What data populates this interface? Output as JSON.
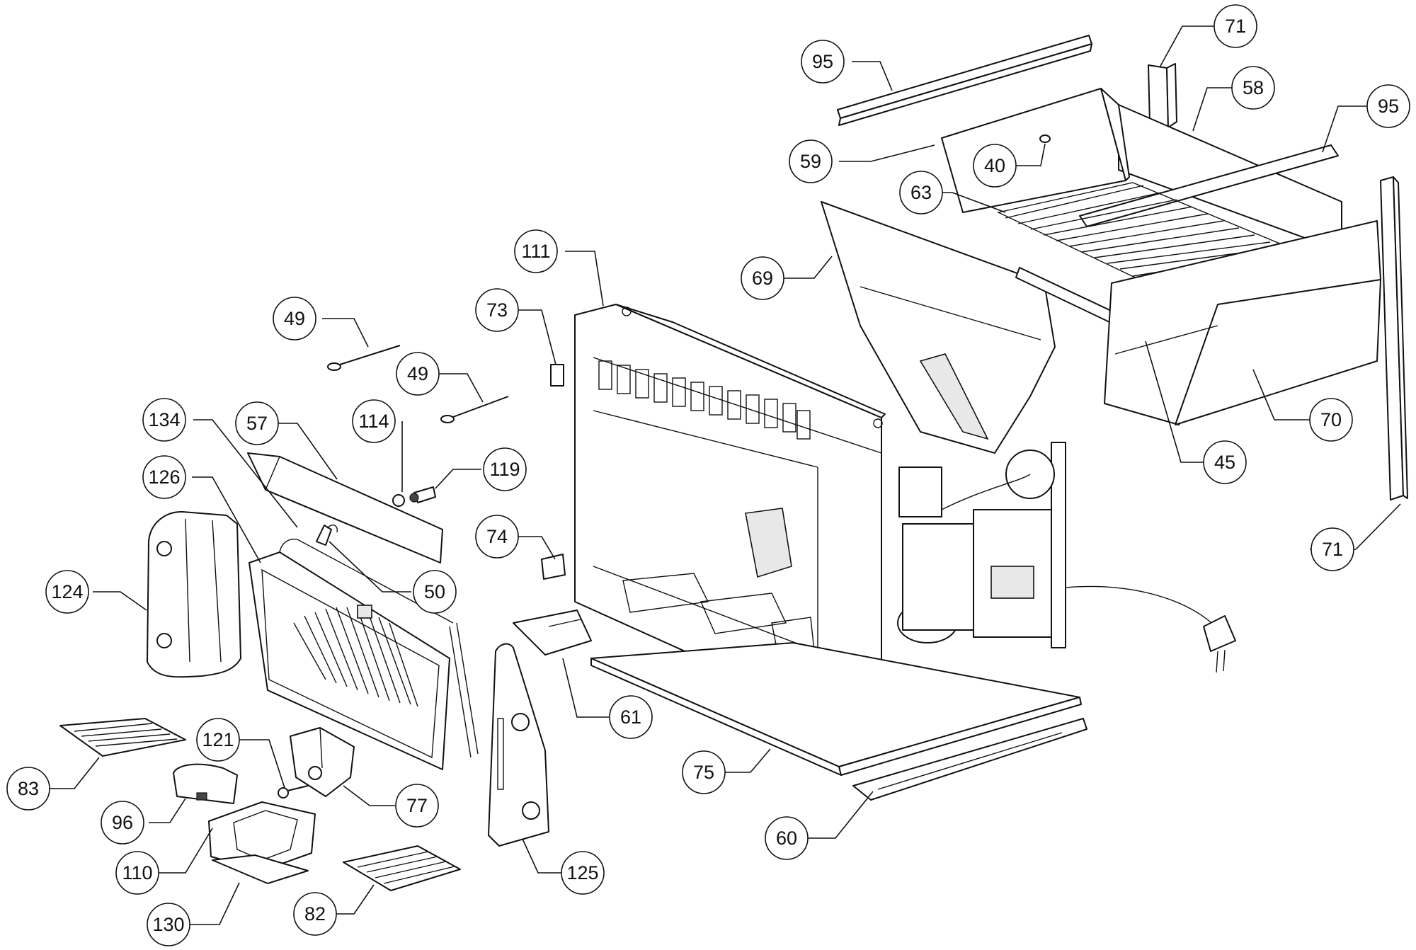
{
  "callouts": [
    {
      "id": "c95a",
      "label": "95"
    },
    {
      "id": "c71a",
      "label": "71"
    },
    {
      "id": "c58",
      "label": "58"
    },
    {
      "id": "c95b",
      "label": "95"
    },
    {
      "id": "c59",
      "label": "59"
    },
    {
      "id": "c40",
      "label": "40"
    },
    {
      "id": "c63",
      "label": "63"
    },
    {
      "id": "c69",
      "label": "69"
    },
    {
      "id": "c111",
      "label": "111"
    },
    {
      "id": "c73",
      "label": "73"
    },
    {
      "id": "c49a",
      "label": "49"
    },
    {
      "id": "c49b",
      "label": "49"
    },
    {
      "id": "c134",
      "label": "134"
    },
    {
      "id": "c57",
      "label": "57"
    },
    {
      "id": "c114",
      "label": "114"
    },
    {
      "id": "c119",
      "label": "119"
    },
    {
      "id": "c126",
      "label": "126"
    },
    {
      "id": "c74",
      "label": "74"
    },
    {
      "id": "c70",
      "label": "70"
    },
    {
      "id": "c45",
      "label": "45"
    },
    {
      "id": "c124",
      "label": "124"
    },
    {
      "id": "c50",
      "label": "50"
    },
    {
      "id": "c71b",
      "label": "71"
    },
    {
      "id": "c61",
      "label": "61"
    },
    {
      "id": "c121",
      "label": "121"
    },
    {
      "id": "c75",
      "label": "75"
    },
    {
      "id": "c83",
      "label": "83"
    },
    {
      "id": "c77",
      "label": "77"
    },
    {
      "id": "c96",
      "label": "96"
    },
    {
      "id": "c60",
      "label": "60"
    },
    {
      "id": "c110",
      "label": "110"
    },
    {
      "id": "c125",
      "label": "125"
    },
    {
      "id": "c130",
      "label": "130"
    },
    {
      "id": "c82",
      "label": "82"
    }
  ]
}
